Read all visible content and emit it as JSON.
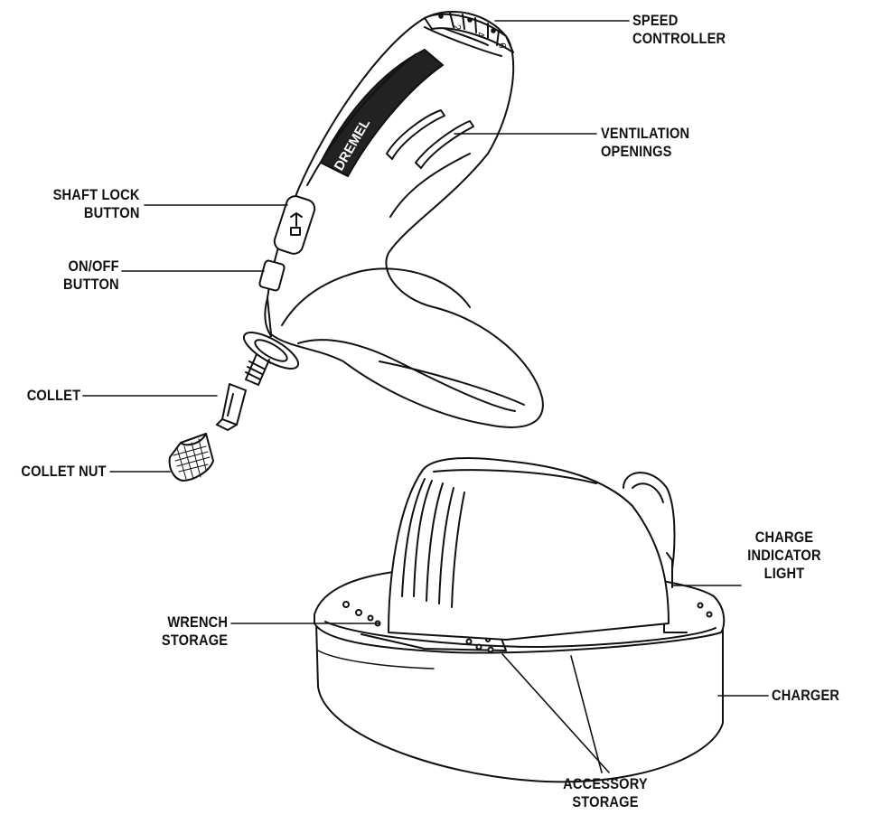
{
  "diagram": {
    "brand_mark": "DREMEL",
    "speed_dial_marks": [
      "2",
      "4",
      "6"
    ],
    "labels": {
      "speed_controller": [
        "SPEED",
        "CONTROLLER"
      ],
      "ventilation_openings": [
        "VENTILATION",
        "OPENINGS"
      ],
      "shaft_lock_button": [
        "SHAFT LOCK",
        "BUTTON"
      ],
      "on_off_button": [
        "ON/OFF",
        "BUTTON"
      ],
      "collet": [
        "COLLET"
      ],
      "collet_nut": [
        "COLLET NUT"
      ],
      "charge_indicator_light": [
        "CHARGE",
        "INDICATOR",
        "LIGHT"
      ],
      "wrench_storage": [
        "WRENCH",
        "STORAGE"
      ],
      "charger": [
        "CHARGER"
      ],
      "accessory_storage": [
        "ACCESSORY",
        "STORAGE"
      ]
    },
    "colors": {
      "line": "#111111",
      "body_fill": "#ffffff",
      "shade": "#e6e6e6",
      "dark_panel": "#222222"
    }
  }
}
